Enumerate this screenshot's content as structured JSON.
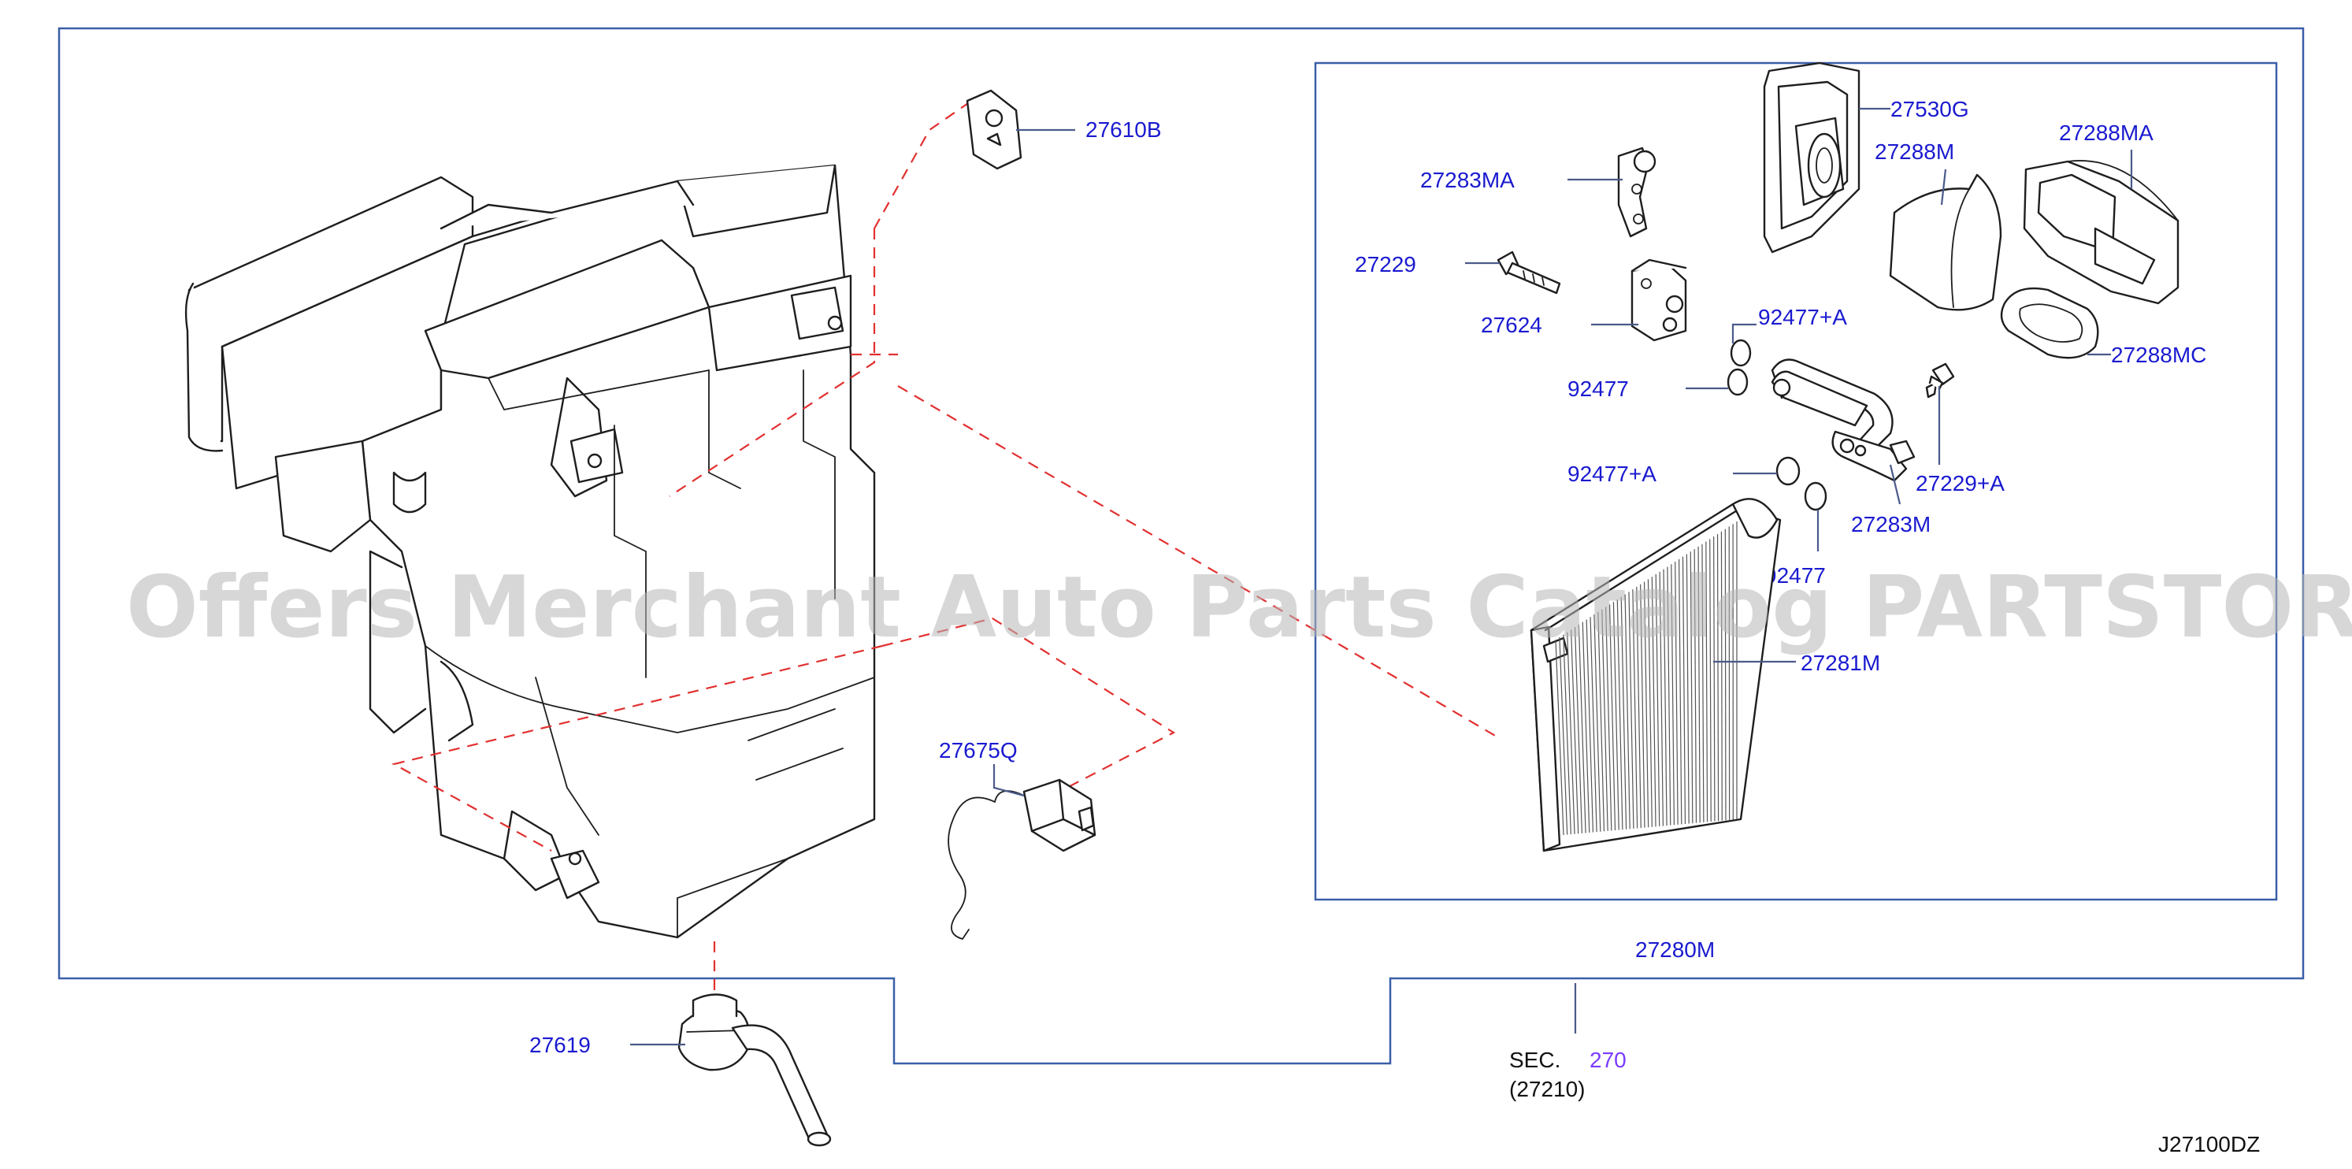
{
  "watermark": "Offers Merchant Auto Parts Catalog PARTSTORE.SA",
  "diagram_code": "J27100DZ",
  "colors": {
    "label": "#1a1ad0",
    "leader": "#4a5a8a",
    "dash": "#e23030",
    "frame": "#3a5fa8",
    "sec_ref": "#7a3cff"
  },
  "labels": {
    "p27610B": "27610B",
    "p27283MA": "27283MA",
    "p27229": "27229",
    "p27624": "27624",
    "p92477a_1": "92477+A",
    "p92477_1": "92477",
    "p92477a_2": "92477+A",
    "p92477_2": "92477",
    "p27530G": "27530G",
    "p27288M": "27288M",
    "p27288MA": "27288MA",
    "p27288MC": "27288MC",
    "p27229a": "27229+A",
    "p27283M": "27283M",
    "p27281M": "27281M",
    "p27675Q": "27675Q",
    "p27280M": "27280M",
    "p27619": "27619"
  },
  "section_ref": {
    "prefix": "SEC.",
    "number": "270",
    "sub": "(27210)"
  }
}
